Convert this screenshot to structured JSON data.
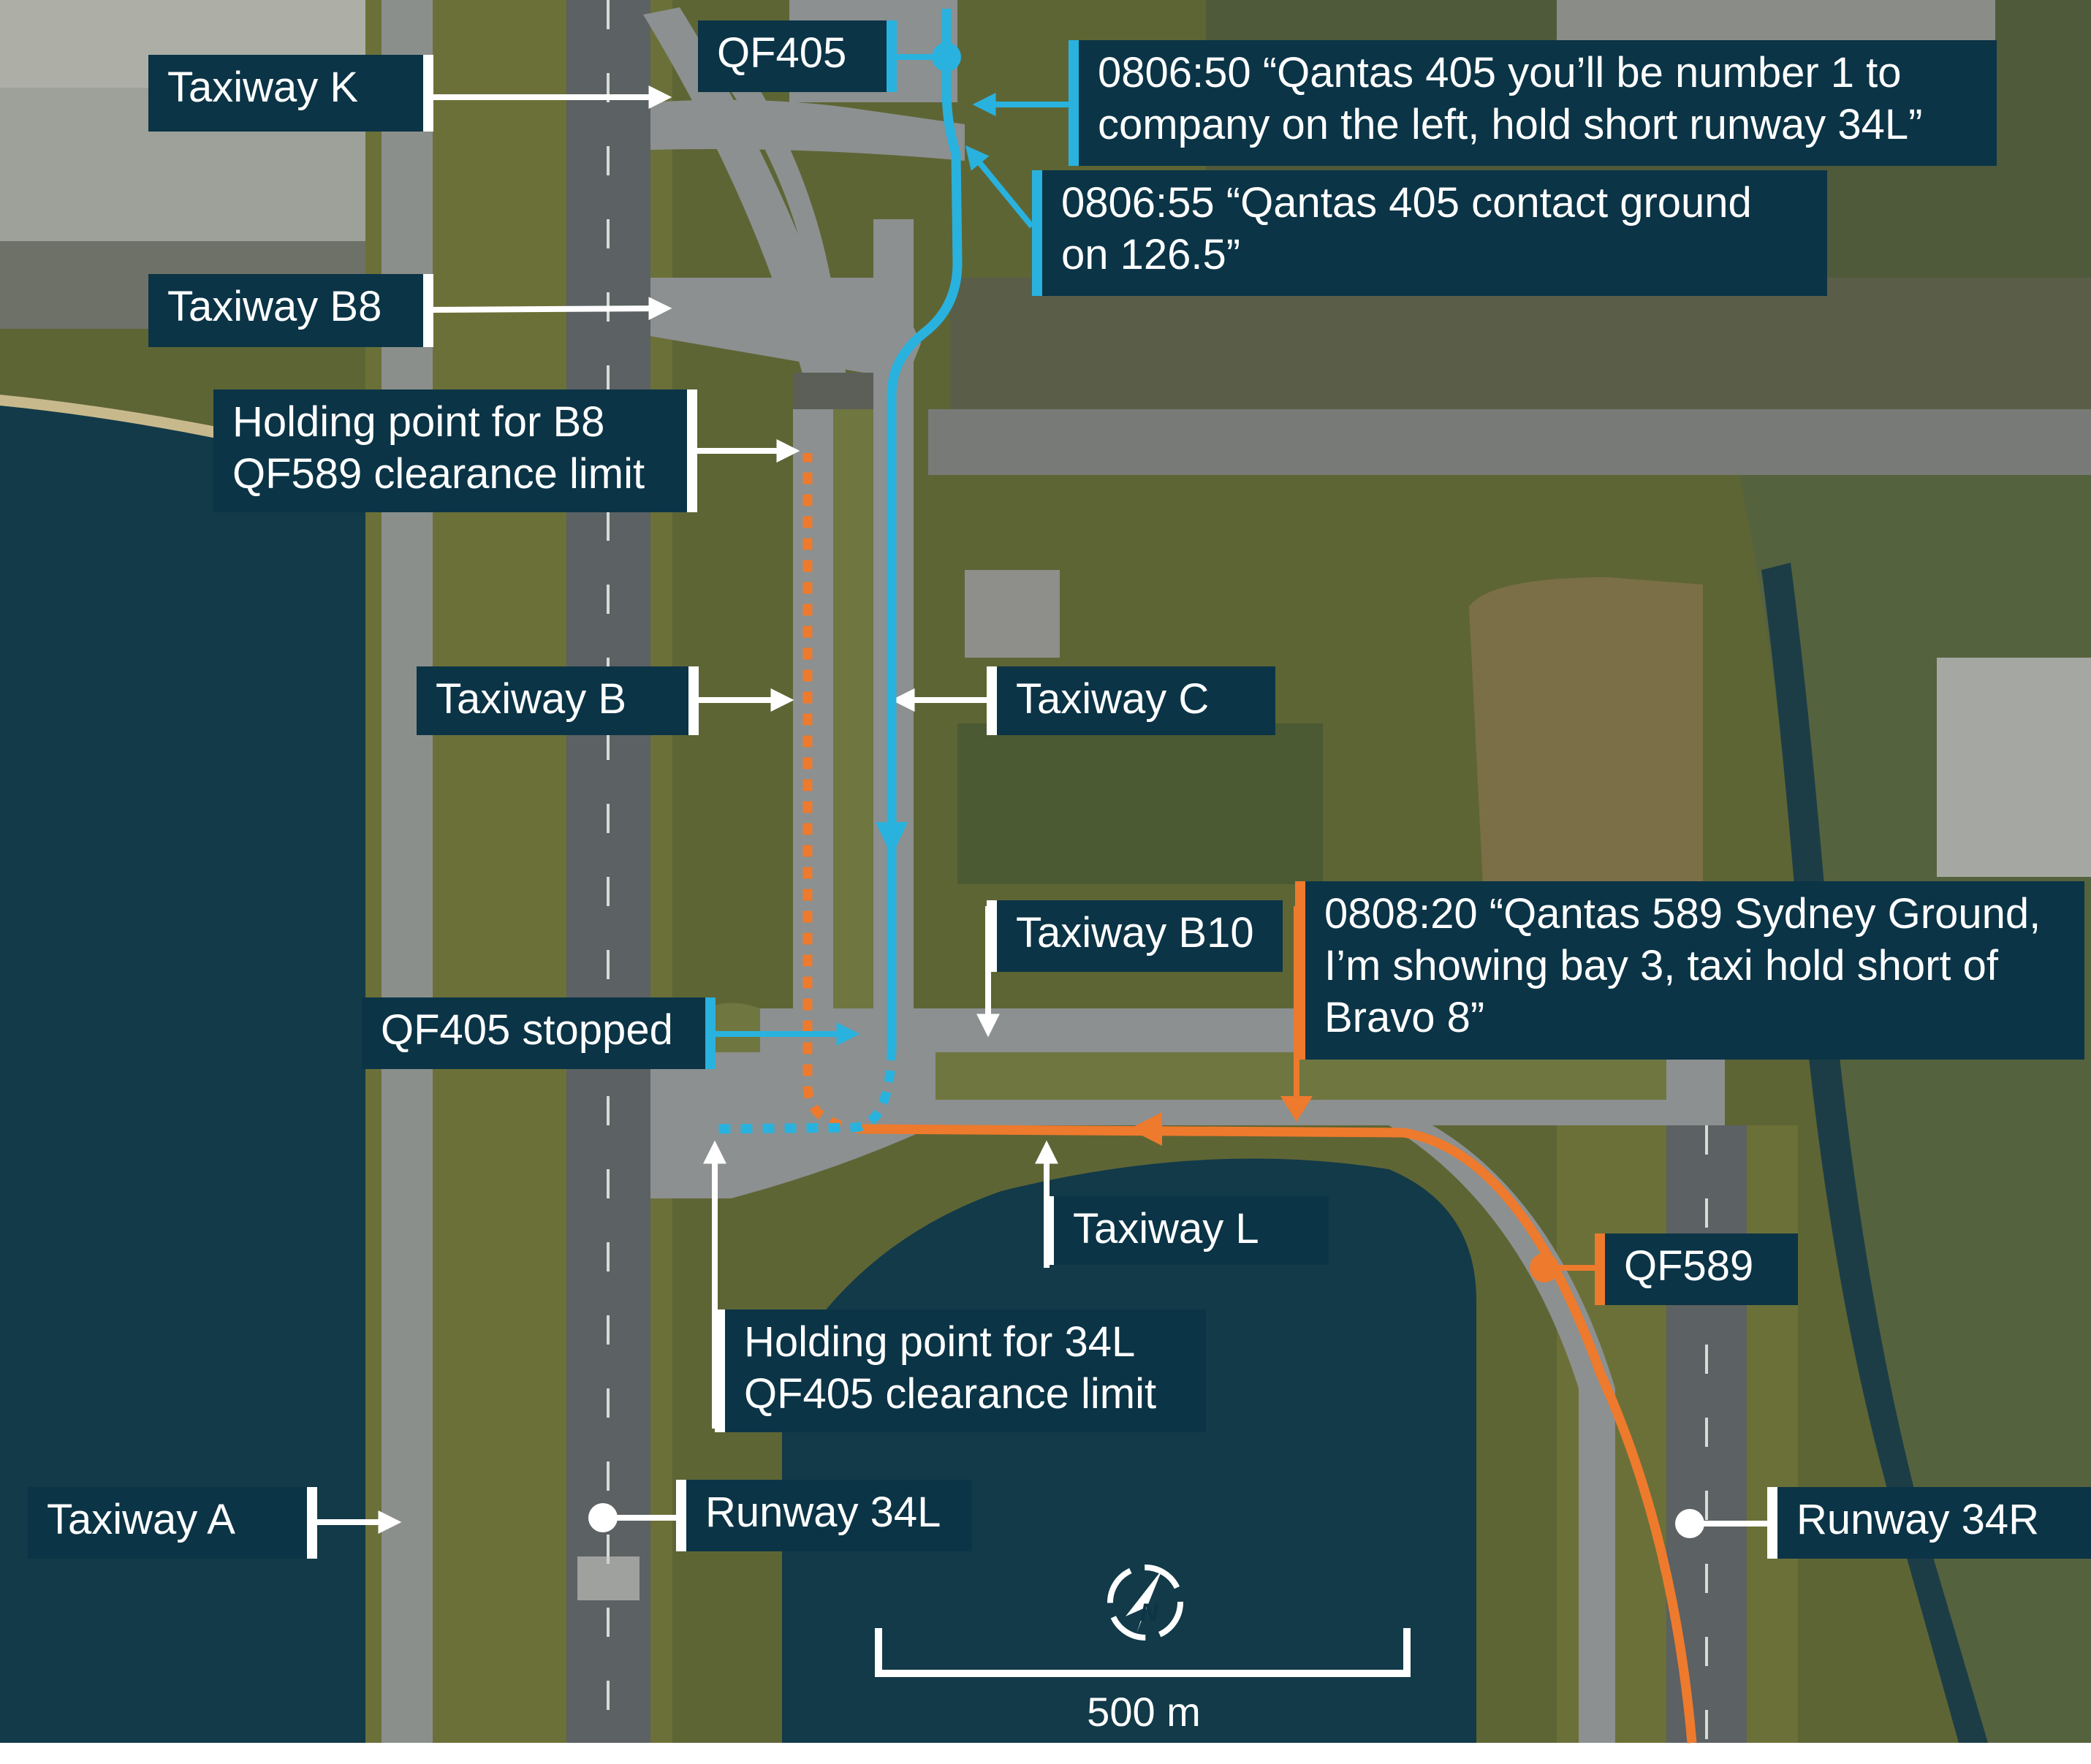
{
  "labels": {
    "taxiway_k": "Taxiway K",
    "taxiway_b8": "Taxiway B8",
    "holding_b8": "Holding point for B8\nQF589 clearance limit",
    "taxiway_b": "Taxiway B",
    "taxiway_c": "Taxiway C",
    "taxiway_b10": "Taxiway B10",
    "qf405_stopped": "QF405 stopped",
    "taxiway_l": "Taxiway L",
    "holding_34l": "Holding point for 34L\nQF405 clearance limit",
    "taxiway_a": "Taxiway A",
    "runway_34l": "Runway 34L",
    "runway_34r": "Runway 34R",
    "qf405": "QF405",
    "qf589": "QF589"
  },
  "transmissions": {
    "t1": "0806:50 “Qantas 405 you’ll be number 1 to\ncompany on the left, hold short runway 34L”",
    "t2": "0806:55 “Qantas 405 contact ground\non 126.5”",
    "t3": "0808:20 “Qantas 589 Sydney Ground,\nI’m showing bay 3, taxi hold short of\nBravo 8”"
  },
  "scale": {
    "label": "500 m"
  },
  "icons": {
    "north": "north-arrow-icon"
  },
  "colors": {
    "qf405_path": "#29b2de",
    "qf589_path": "#ee7a2d",
    "label_bg": "#0b3446",
    "water": "#123a49",
    "grass": "#6d7436",
    "pavement": "#8c9090"
  }
}
